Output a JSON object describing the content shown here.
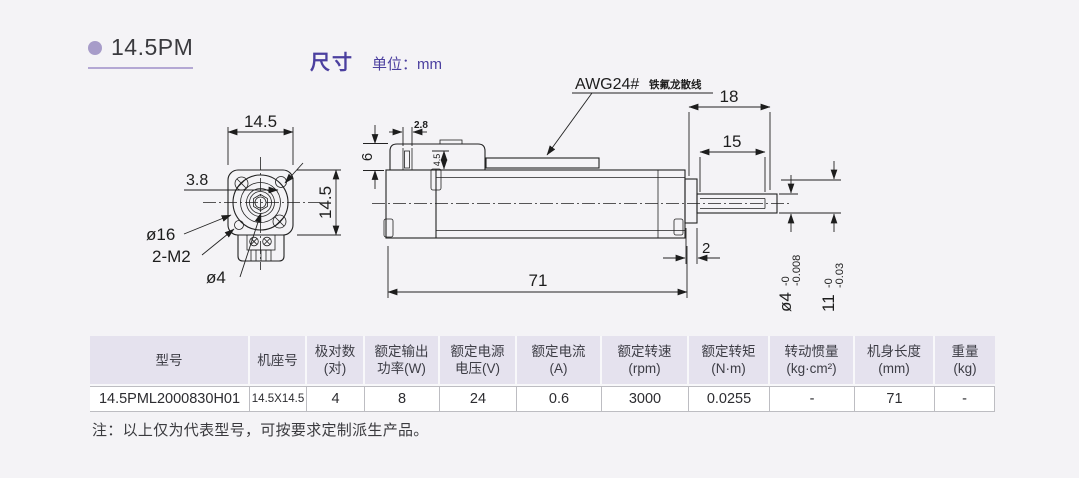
{
  "page": {
    "bg": "#f4f3f6",
    "accent": "#4b3f9f",
    "bullet_color": "#a79cc9"
  },
  "header": {
    "series": "14.5PM",
    "section_title": "尺寸",
    "unit_label": "单位：mm"
  },
  "front_view": {
    "dim_width": "14.5",
    "dim_height": "14.5",
    "dim_offset": "3.8",
    "label_boss": "ø16",
    "label_screws": "2-M2",
    "label_shaft_hole": "ø4"
  },
  "side_view": {
    "wire_label": "AWG24#",
    "wire_note": "铁氟龙散线",
    "dim_slot_width": "2.8",
    "dim_slot_depth": "4.5",
    "dim_housing_height": "6",
    "dim_shaft_total": "18",
    "dim_shaft_flat": "15",
    "dim_step": "2",
    "dim_body_length": "71",
    "shaft_dia": {
      "nominal": "ø4",
      "upper": "-0",
      "lower": "-0.008"
    },
    "pilot": {
      "nominal": "11",
      "upper": "-0",
      "lower": "-0.03"
    }
  },
  "table": {
    "headers": [
      {
        "l1": "型号",
        "l2": ""
      },
      {
        "l1": "机座号",
        "l2": ""
      },
      {
        "l1": "极对数",
        "l2": "(对)"
      },
      {
        "l1": "额定输出",
        "l2": "功率(W)"
      },
      {
        "l1": "额定电源",
        "l2": "电压(V)"
      },
      {
        "l1": "额定电流",
        "l2": "(A)"
      },
      {
        "l1": "额定转速",
        "l2": "(rpm)"
      },
      {
        "l1": "额定转矩",
        "l2": "(N·m)"
      },
      {
        "l1": "转动惯量",
        "l2": "(kg·cm²)"
      },
      {
        "l1": "机身长度",
        "l2": "(mm)"
      },
      {
        "l1": "重量",
        "l2": "(kg)"
      }
    ],
    "row": [
      "14.5PML2000830H01",
      "14.5X14.5",
      "4",
      "8",
      "24",
      "0.6",
      "3000",
      "0.0255",
      "-",
      "71",
      "-"
    ]
  },
  "note": "注：以上仅为代表型号，可按要求定制派生产品。"
}
